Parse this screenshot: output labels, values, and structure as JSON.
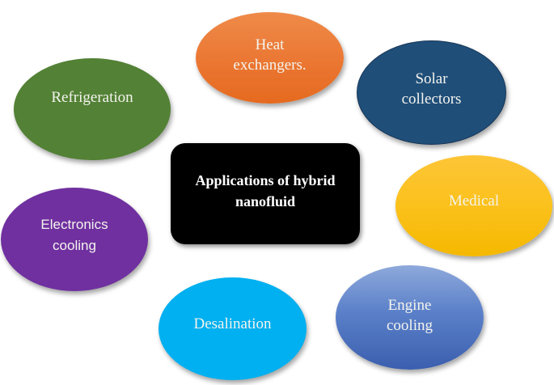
{
  "diagram": {
    "type": "hub-and-spoke",
    "center": {
      "label": "Applications of hybrid\nnanofluid",
      "color": "#000000"
    },
    "nodes": [
      {
        "id": "heat",
        "label": "Heat\nexchangers.",
        "color": "#ea7530"
      },
      {
        "id": "solar",
        "label": "Solar\ncollectors",
        "color": "#1f4e79"
      },
      {
        "id": "refrig",
        "label": "Refrigeration",
        "color": "#538135"
      },
      {
        "id": "medical",
        "label": "Medical",
        "color": "#fbc11c"
      },
      {
        "id": "electronics",
        "label": "Electronics\ncooling",
        "color": "#7030a0"
      },
      {
        "id": "desal",
        "label": "Desalination",
        "color": "#00b0f0"
      },
      {
        "id": "engine",
        "label": "Engine\ncooling",
        "color": "#4a6fbd"
      }
    ]
  }
}
